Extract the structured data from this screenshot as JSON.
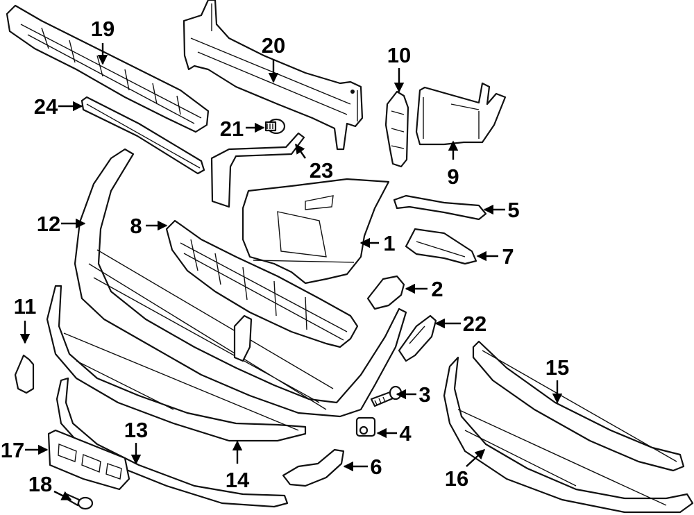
{
  "diagram": {
    "callouts": [
      {
        "id": "1",
        "label": "1"
      },
      {
        "id": "2",
        "label": "2"
      },
      {
        "id": "3",
        "label": "3"
      },
      {
        "id": "4",
        "label": "4"
      },
      {
        "id": "5",
        "label": "5"
      },
      {
        "id": "6",
        "label": "6"
      },
      {
        "id": "7",
        "label": "7"
      },
      {
        "id": "8",
        "label": "8"
      },
      {
        "id": "9",
        "label": "9"
      },
      {
        "id": "10",
        "label": "10"
      },
      {
        "id": "11",
        "label": "11"
      },
      {
        "id": "12",
        "label": "12"
      },
      {
        "id": "13",
        "label": "13"
      },
      {
        "id": "14",
        "label": "14"
      },
      {
        "id": "15",
        "label": "15"
      },
      {
        "id": "16",
        "label": "16"
      },
      {
        "id": "17",
        "label": "17"
      },
      {
        "id": "18",
        "label": "18"
      },
      {
        "id": "19",
        "label": "19"
      },
      {
        "id": "20",
        "label": "20"
      },
      {
        "id": "21",
        "label": "21"
      },
      {
        "id": "22",
        "label": "22"
      },
      {
        "id": "23",
        "label": "23"
      },
      {
        "id": "24",
        "label": "24"
      }
    ],
    "colors": {
      "line": "#111111",
      "background": "#ffffff"
    }
  }
}
